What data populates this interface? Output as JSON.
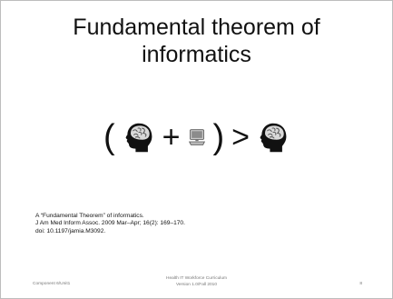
{
  "slide": {
    "title_line1": "Fundamental theorem of",
    "title_line2": "informatics",
    "equation": {
      "open_paren": "(",
      "plus": "+",
      "close_paren": ")",
      "greater_than": ">",
      "icons": [
        "head-brain-icon",
        "computer-icon",
        "head-brain-icon"
      ]
    },
    "citation": {
      "line1": "A “Fundamental Theorem” of informatics.",
      "line2": "J Am Med Inform Assoc. 2009 Mar–Apr; 16(2): 169–170.",
      "line3": "doi: 10.1197/jamia.M3092."
    },
    "footer": {
      "left": "Component 6/Unit1",
      "center_line1": "Health IT Workforce Curriculum",
      "center_line2": "Version 1.0/Fall 2010",
      "page_number": "8"
    }
  }
}
